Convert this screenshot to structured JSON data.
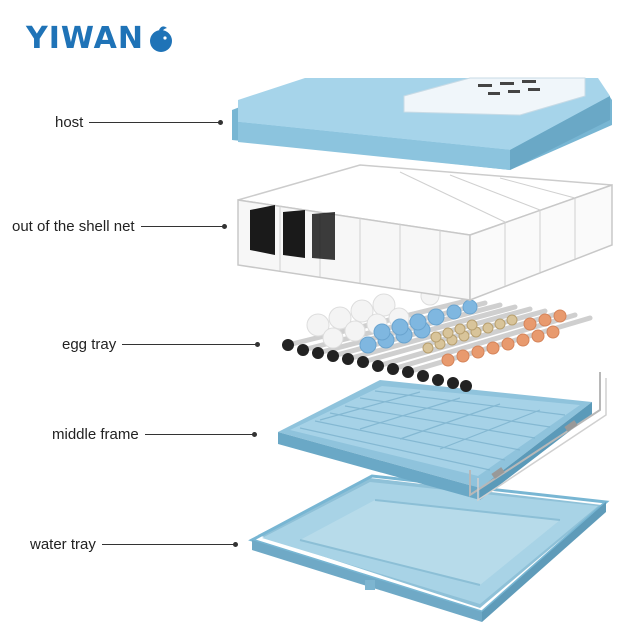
{
  "brand": {
    "name": "YIWAN"
  },
  "components": [
    {
      "id": "host",
      "label": "host"
    },
    {
      "id": "net",
      "label": "out of the shell net"
    },
    {
      "id": "egg-tray",
      "label": "egg tray"
    },
    {
      "id": "middle-frame",
      "label": "middle frame"
    },
    {
      "id": "water-tray",
      "label": "water tray"
    }
  ],
  "colors": {
    "brand_blue": "#1f73b7",
    "body_blue": "#9fd0e8",
    "body_blue_dark": "#78b6d3",
    "tray_blue": "#a8cfe0",
    "egg_blue": "#7fb7e0",
    "egg_orange": "#e89a6e",
    "roller_black": "#222222"
  },
  "icons": {
    "logo": "egg-bird-icon"
  }
}
